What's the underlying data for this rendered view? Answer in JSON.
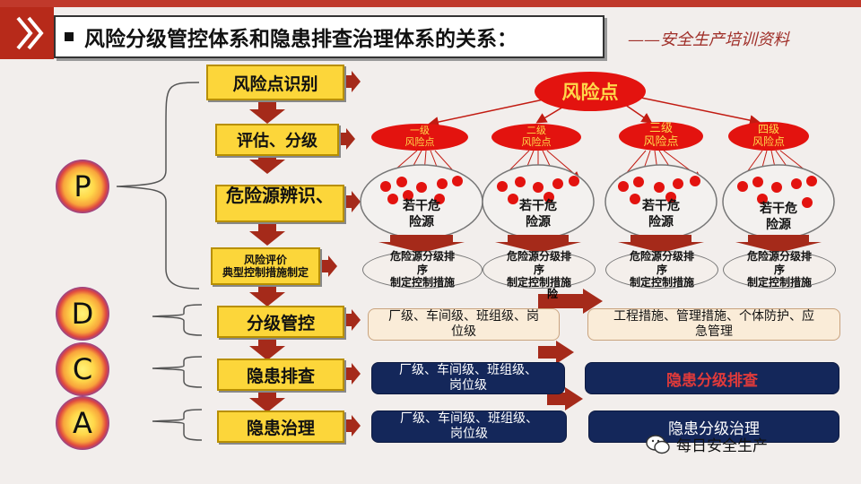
{
  "title": "风险分级管控体系和隐患排查治理体系的关系：",
  "subtitle": "——安全生产培训资料",
  "steps": [
    "风险点识别",
    "评估、分级",
    "危险源辨识、",
    "风险评价\n典型控制措施制定",
    "分级管控",
    "隐患排查",
    "隐患治理"
  ],
  "pdca": [
    "P",
    "D",
    "C",
    "A"
  ],
  "risk_point": "风险点",
  "levels": [
    "一级\n风险点",
    "二级\n风险点",
    "三级\n风险点",
    "四级\n风险点"
  ],
  "hazard_label": "若干危\n险源",
  "control_label": [
    "危险源分级排",
    "序",
    "制定控制措施"
  ],
  "control_fragment": "险",
  "row_d": {
    "left": "厂级、车间级、班组级、岗\n位级",
    "right": "工程措施、管理措施、个体防护、应\n急管理"
  },
  "row_c": {
    "left": "厂级、车间级、班组级、\n岗位级",
    "right": "隐患分级排查"
  },
  "row_a": {
    "left": "厂级、车间级、班组级、\n岗位级",
    "right": "隐患分级治理"
  },
  "watermark": "每日安全生产",
  "colors": {
    "accent_red": "#c0392b",
    "step_yellow": "#fcd63a",
    "navy": "#14275a",
    "risk_red": "#e3130f",
    "arrow_brown": "#a52a1a"
  }
}
